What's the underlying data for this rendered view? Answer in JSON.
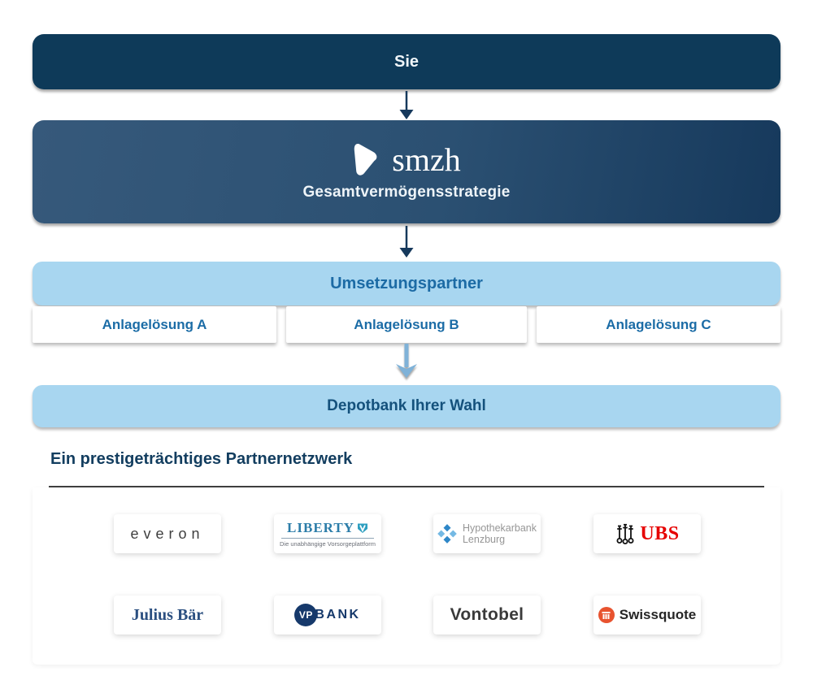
{
  "colors": {
    "dark_navy": "#0e3a59",
    "gradient_left": "#36597b",
    "gradient_right": "#16395c",
    "light_blue_bar": "#a8d6f0",
    "bar_text_blue": "#1c6ba5",
    "depot_text_blue": "#14517c",
    "heading_navy": "#123d5f",
    "arrow_dark": "#16395c",
    "arrow_light_blue": "#7fb2d8",
    "liberty_teal": "#2c7da9",
    "ubs_red": "#e60100",
    "vp_navy": "#16396b",
    "julius_navy": "#2b4f80",
    "swissquote_orange": "#e8532f"
  },
  "flow": {
    "you": {
      "label": "Sie"
    },
    "strategy": {
      "brand": "smzh",
      "label": "Gesamtvermögensstrategie"
    },
    "partners": {
      "label": "Umsetzungspartner"
    },
    "solutions": [
      {
        "label": "Anlagelösung A"
      },
      {
        "label": "Anlagelösung B"
      },
      {
        "label": "Anlagelösung C"
      }
    ],
    "depotbank": {
      "label": "Depotbank Ihrer Wahl"
    }
  },
  "network": {
    "heading": "Ein prestigeträchtiges Partnernetzwerk",
    "logos": [
      {
        "name": "everon",
        "text": "everon"
      },
      {
        "name": "liberty",
        "text": "LIBERTY",
        "tagline": "Die unabhängige Vorsorgeplattform"
      },
      {
        "name": "hypothekarbank-lenzburg",
        "line1": "Hypothekarbank",
        "line2": "Lenzburg"
      },
      {
        "name": "ubs",
        "text": "UBS"
      },
      {
        "name": "julius-baer",
        "text": "Julius Bär"
      },
      {
        "name": "vp-bank",
        "badge": "VP",
        "text": "BANK"
      },
      {
        "name": "vontobel",
        "text": "Vontobel"
      },
      {
        "name": "swissquote",
        "text": "Swissquote"
      }
    ]
  }
}
